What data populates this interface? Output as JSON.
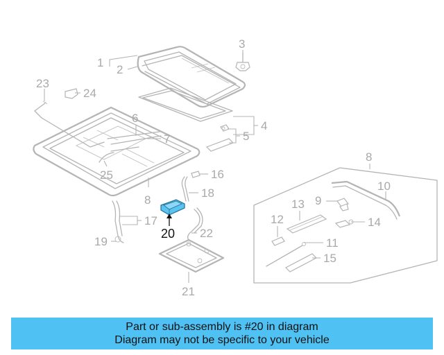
{
  "diagram": {
    "callouts": {
      "c1": "1",
      "c2": "2",
      "c3": "3",
      "c4": "4",
      "c5": "5",
      "c6": "6",
      "c7": "7",
      "c8a": "8",
      "c8b": "8",
      "c9": "9",
      "c10": "10",
      "c11": "11",
      "c12": "12",
      "c13": "13",
      "c14": "14",
      "c15": "15",
      "c16": "16",
      "c17": "17",
      "c18": "18",
      "c19": "19",
      "c20": "20",
      "c21": "21",
      "c22": "22",
      "c23": "23",
      "c24": "24",
      "c25": "25"
    },
    "highlight_color": "#5bc3f0",
    "highlighted_part": "20"
  },
  "banner": {
    "line1": "Part or sub-assembly is #20 in diagram",
    "line2": "Diagram may not be specific to your vehicle",
    "color": "#4fc1f3"
  }
}
